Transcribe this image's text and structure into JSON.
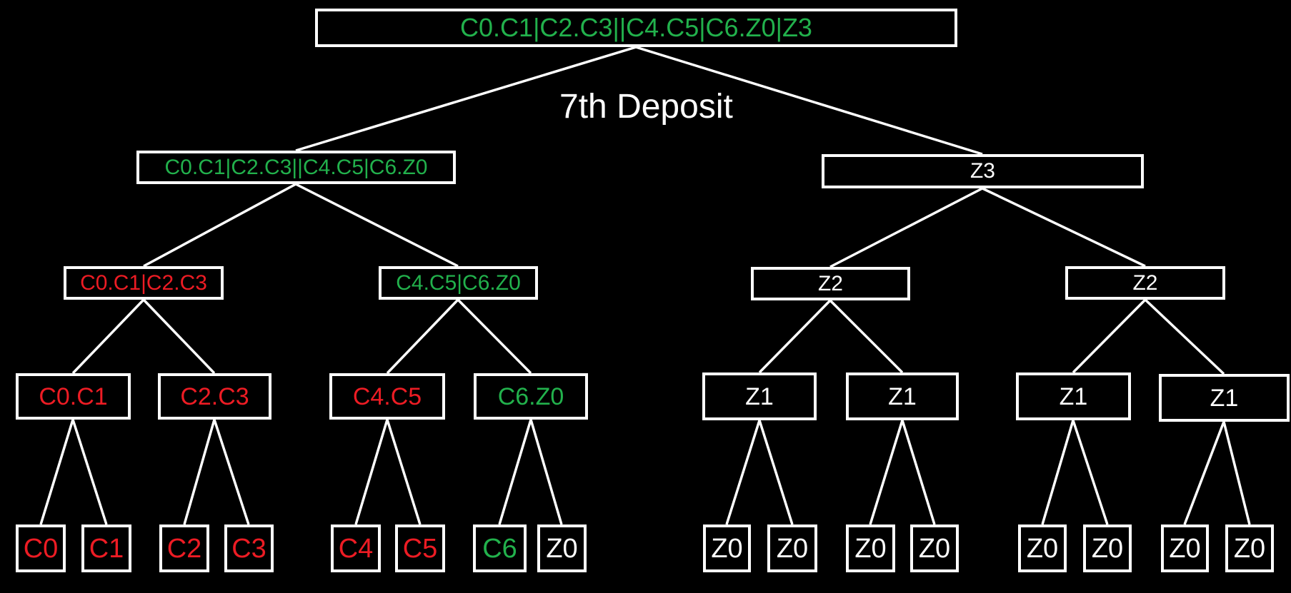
{
  "colors": {
    "background": "#000000",
    "line": "#ffffff",
    "box_border": "#ffffff",
    "green": "#22b14c",
    "red": "#ed1c24",
    "white": "#ffffff"
  },
  "annotation": {
    "label": "7th Deposit"
  },
  "tree": {
    "root": {
      "label": "C0.C1|C2.C3||C4.C5|C6.Z0|Z3",
      "color": "green"
    },
    "level2": [
      {
        "label": "C0.C1|C2.C3||C4.C5|C6.Z0",
        "color": "green"
      },
      {
        "label": "Z3",
        "color": "white"
      }
    ],
    "level3": [
      {
        "label": "C0.C1|C2.C3",
        "color": "red"
      },
      {
        "label": "C4.C5|C6.Z0",
        "color": "green"
      },
      {
        "label": "Z2",
        "color": "white"
      },
      {
        "label": "Z2",
        "color": "white"
      }
    ],
    "level4": [
      {
        "label": "C0.C1",
        "color": "red"
      },
      {
        "label": "C2.C3",
        "color": "red"
      },
      {
        "label": "C4.C5",
        "color": "red"
      },
      {
        "label": "C6.Z0",
        "color": "green"
      },
      {
        "label": "Z1",
        "color": "white"
      },
      {
        "label": "Z1",
        "color": "white"
      },
      {
        "label": "Z1",
        "color": "white"
      },
      {
        "label": "Z1",
        "color": "white"
      }
    ],
    "leaves": [
      {
        "label": "C0",
        "color": "red"
      },
      {
        "label": "C1",
        "color": "red"
      },
      {
        "label": "C2",
        "color": "red"
      },
      {
        "label": "C3",
        "color": "red"
      },
      {
        "label": "C4",
        "color": "red"
      },
      {
        "label": "C5",
        "color": "red"
      },
      {
        "label": "C6",
        "color": "green"
      },
      {
        "label": "Z0",
        "color": "white"
      },
      {
        "label": "Z0",
        "color": "white"
      },
      {
        "label": "Z0",
        "color": "white"
      },
      {
        "label": "Z0",
        "color": "white"
      },
      {
        "label": "Z0",
        "color": "white"
      },
      {
        "label": "Z0",
        "color": "white"
      },
      {
        "label": "Z0",
        "color": "white"
      },
      {
        "label": "Z0",
        "color": "white"
      },
      {
        "label": "Z0",
        "color": "white"
      }
    ]
  }
}
